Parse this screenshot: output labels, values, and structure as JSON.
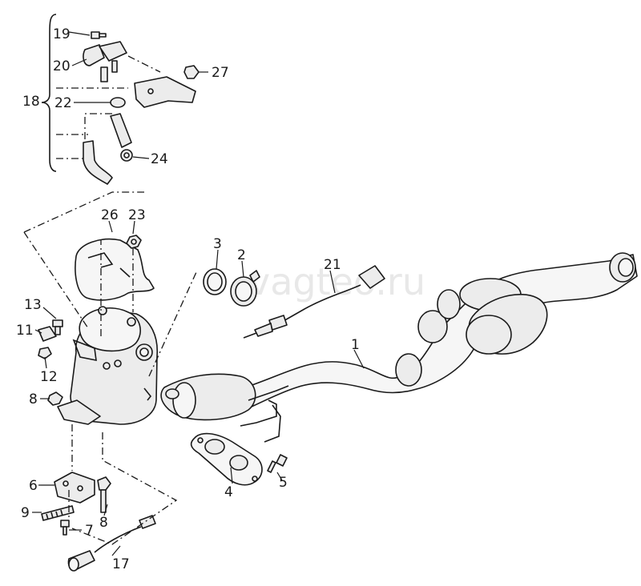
{
  "watermark": "vagteo.ru",
  "callouts": {
    "c1": "1",
    "c2": "2",
    "c3": "3",
    "c4": "4",
    "c5": "5",
    "c6": "6",
    "c7": "7",
    "c8a": "8",
    "c8b": "8",
    "c9": "9",
    "c11": "11",
    "c12": "12",
    "c13": "13",
    "c17": "17",
    "c18": "18",
    "c19": "19",
    "c20": "20",
    "c21": "21",
    "c22": "22",
    "c23": "23",
    "c24": "24",
    "c26": "26",
    "c27": "27"
  }
}
